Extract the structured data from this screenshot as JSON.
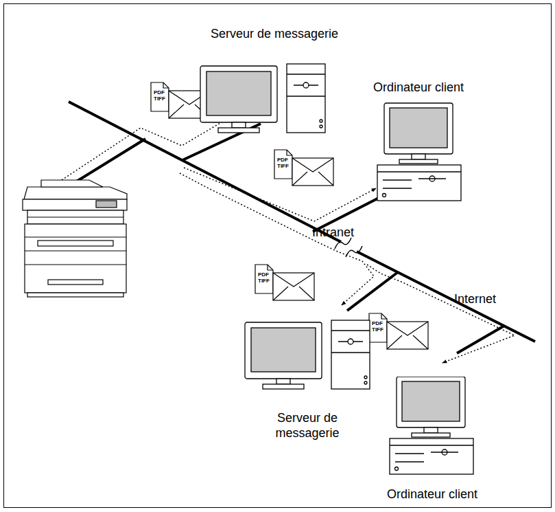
{
  "diagram": {
    "nodes": [
      {
        "text": [
          "Serveur de messagerie"
        ]
      },
      {
        "text": [
          "Ordinateur client"
        ]
      },
      {
        "text": [
          "Serveur de messagerie"
        ]
      },
      {
        "text": [
          "Ordinateur client"
        ]
      }
    ],
    "labels": [
      "Intranet",
      "Internet",
      "PDF",
      "TIFF",
      "PDF",
      "TIFF",
      "PDF",
      "TIFF",
      "PDF",
      "TIFF"
    ]
  }
}
